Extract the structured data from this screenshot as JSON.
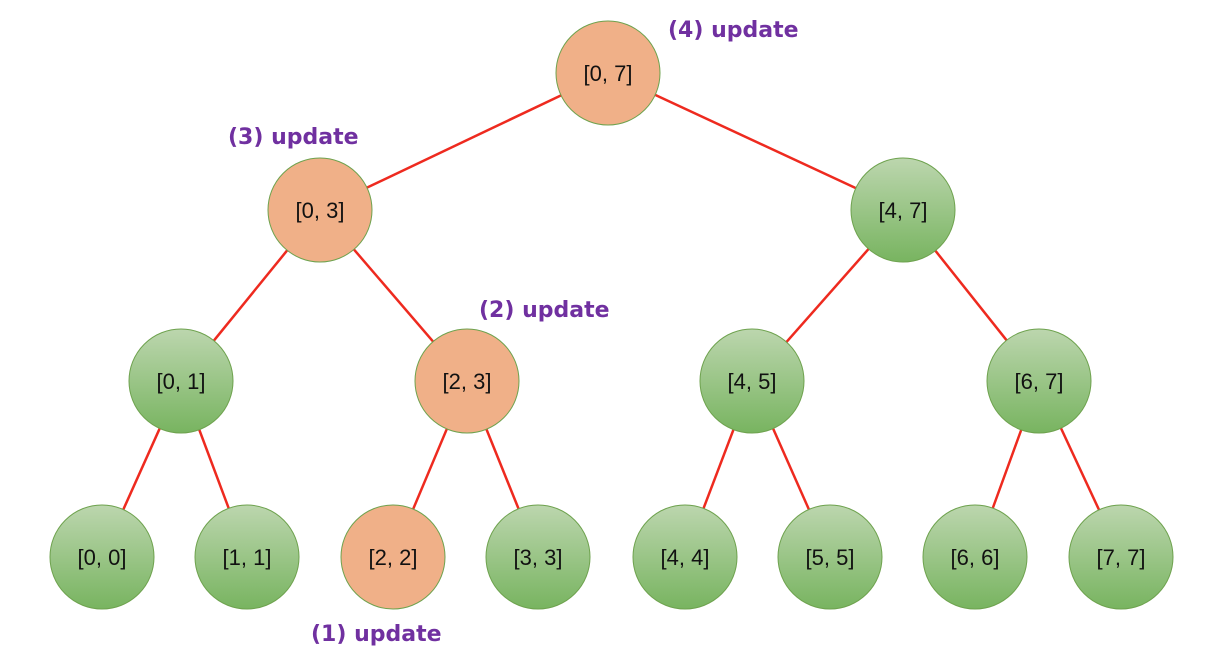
{
  "colors": {
    "edge": "#ee2a1f",
    "highlighted_fill": "#f0b088",
    "normal_fill_top": "#bcd6ae",
    "normal_fill_bottom": "#78b460",
    "node_stroke": "#6ea24e",
    "update_text": "#7030a0"
  },
  "nodes": [
    {
      "id": "n0_7",
      "label": "[0, 7]",
      "highlighted": true
    },
    {
      "id": "n0_3",
      "label": "[0, 3]",
      "highlighted": true
    },
    {
      "id": "n4_7",
      "label": "[4, 7]",
      "highlighted": false
    },
    {
      "id": "n0_1",
      "label": "[0, 1]",
      "highlighted": false
    },
    {
      "id": "n2_3",
      "label": "[2, 3]",
      "highlighted": true
    },
    {
      "id": "n4_5",
      "label": "[4, 5]",
      "highlighted": false
    },
    {
      "id": "n6_7",
      "label": "[6, 7]",
      "highlighted": false
    },
    {
      "id": "n0_0",
      "label": "[0, 0]",
      "highlighted": false
    },
    {
      "id": "n1_1",
      "label": "[1, 1]",
      "highlighted": false
    },
    {
      "id": "n2_2",
      "label": "[2, 2]",
      "highlighted": true
    },
    {
      "id": "n3_3",
      "label": "[3, 3]",
      "highlighted": false
    },
    {
      "id": "n4_4",
      "label": "[4, 4]",
      "highlighted": false
    },
    {
      "id": "n5_5",
      "label": "[5, 5]",
      "highlighted": false
    },
    {
      "id": "n6_6",
      "label": "[6, 6]",
      "highlighted": false
    },
    {
      "id": "n7_7",
      "label": "[7, 7]",
      "highlighted": false
    }
  ],
  "edges": [
    [
      "n0_7",
      "n0_3"
    ],
    [
      "n0_7",
      "n4_7"
    ],
    [
      "n0_3",
      "n0_1"
    ],
    [
      "n0_3",
      "n2_3"
    ],
    [
      "n4_7",
      "n4_5"
    ],
    [
      "n4_7",
      "n6_7"
    ],
    [
      "n0_1",
      "n0_0"
    ],
    [
      "n0_1",
      "n1_1"
    ],
    [
      "n2_3",
      "n2_2"
    ],
    [
      "n2_3",
      "n3_3"
    ],
    [
      "n4_5",
      "n4_4"
    ],
    [
      "n4_5",
      "n5_5"
    ],
    [
      "n6_7",
      "n6_6"
    ],
    [
      "n6_7",
      "n7_7"
    ]
  ],
  "updates": [
    {
      "node": "n2_2",
      "text": "(1) update"
    },
    {
      "node": "n2_3",
      "text": "(2) update"
    },
    {
      "node": "n0_3",
      "text": "(3) update"
    },
    {
      "node": "n0_7",
      "text": "(4) update"
    }
  ]
}
